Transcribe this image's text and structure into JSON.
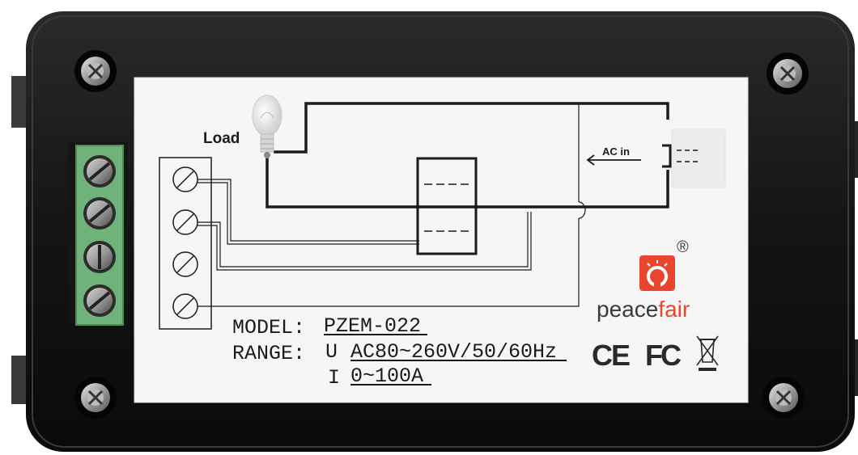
{
  "label": {
    "load_text": "Load",
    "ac_in_text": "AC in",
    "model_label": "MODEL:",
    "model_value": "PZEM-022",
    "range_label": "RANGE:",
    "range_u_symbol": "U",
    "range_u_value": "AC80~260V/50/60Hz",
    "range_i_symbol": "I",
    "range_i_value": "0~100A"
  },
  "brand": {
    "name_prefix": "peace",
    "name_suffix": "fair",
    "registered_mark": "®",
    "logo_color": "#e8462e",
    "text_color": "#3a3a3a"
  },
  "certifications": {
    "ce": "CE",
    "fc": "FC"
  },
  "colors": {
    "housing": "#121212",
    "label_background": "#f6f6f6",
    "terminal_block": "#6fb27a",
    "diagram_line": "#1b1b1b"
  }
}
